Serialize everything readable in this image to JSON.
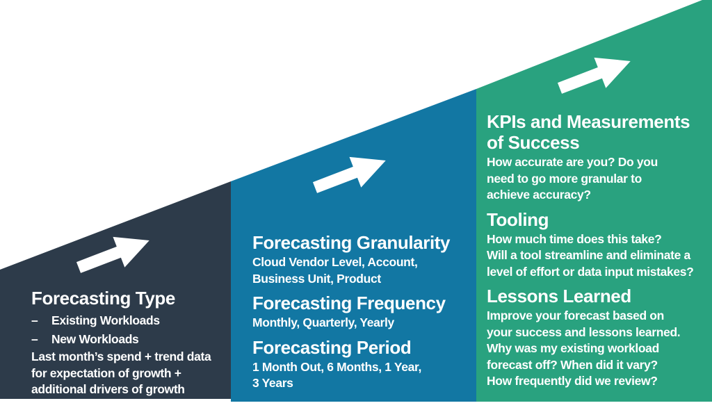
{
  "colors": {
    "panel1": "#2d3b4a",
    "panel2": "#1277a3",
    "panel3": "#29a27f",
    "arrow": "#ffffff",
    "text": "#ffffff"
  },
  "panels": [
    {
      "id": "forecasting-type",
      "heading": "Forecasting Type",
      "bullet_char": "–",
      "bullets": [
        "Existing Workloads",
        "New Workloads"
      ],
      "body": "Last month’s spend + trend data\nfor expectation of growth +\nadditional drivers of growth"
    },
    {
      "id": "forecasting-details",
      "sections": [
        {
          "heading": "Forecasting Granularity",
          "body": "Cloud Vendor Level, Account,\nBusiness Unit, Product"
        },
        {
          "heading": "Forecasting Frequency",
          "body": "Monthly, Quarterly, Yearly"
        },
        {
          "heading": "Forecasting Period",
          "body": "1 Month Out, 6 Months, 1 Year,\n3 Years"
        }
      ]
    },
    {
      "id": "kpis-tooling-lessons",
      "sections": [
        {
          "heading": "KPIs and Measurements\nof Success",
          "body": "How accurate are you? Do you\nneed to go more granular to\nachieve accuracy?"
        },
        {
          "heading": "Tooling",
          "body": "How much time does this take?\nWill a tool streamline and eliminate a\nlevel of effort or data input mistakes?"
        },
        {
          "heading": "Lessons Learned",
          "body": "Improve your forecast based on\nyour success and lessons learned.\nWhy was my existing workload\nforecast off? When did it vary?\nHow frequently did we review?"
        }
      ]
    }
  ],
  "icons": {
    "arrow_name": "up-right-growth-arrow"
  }
}
